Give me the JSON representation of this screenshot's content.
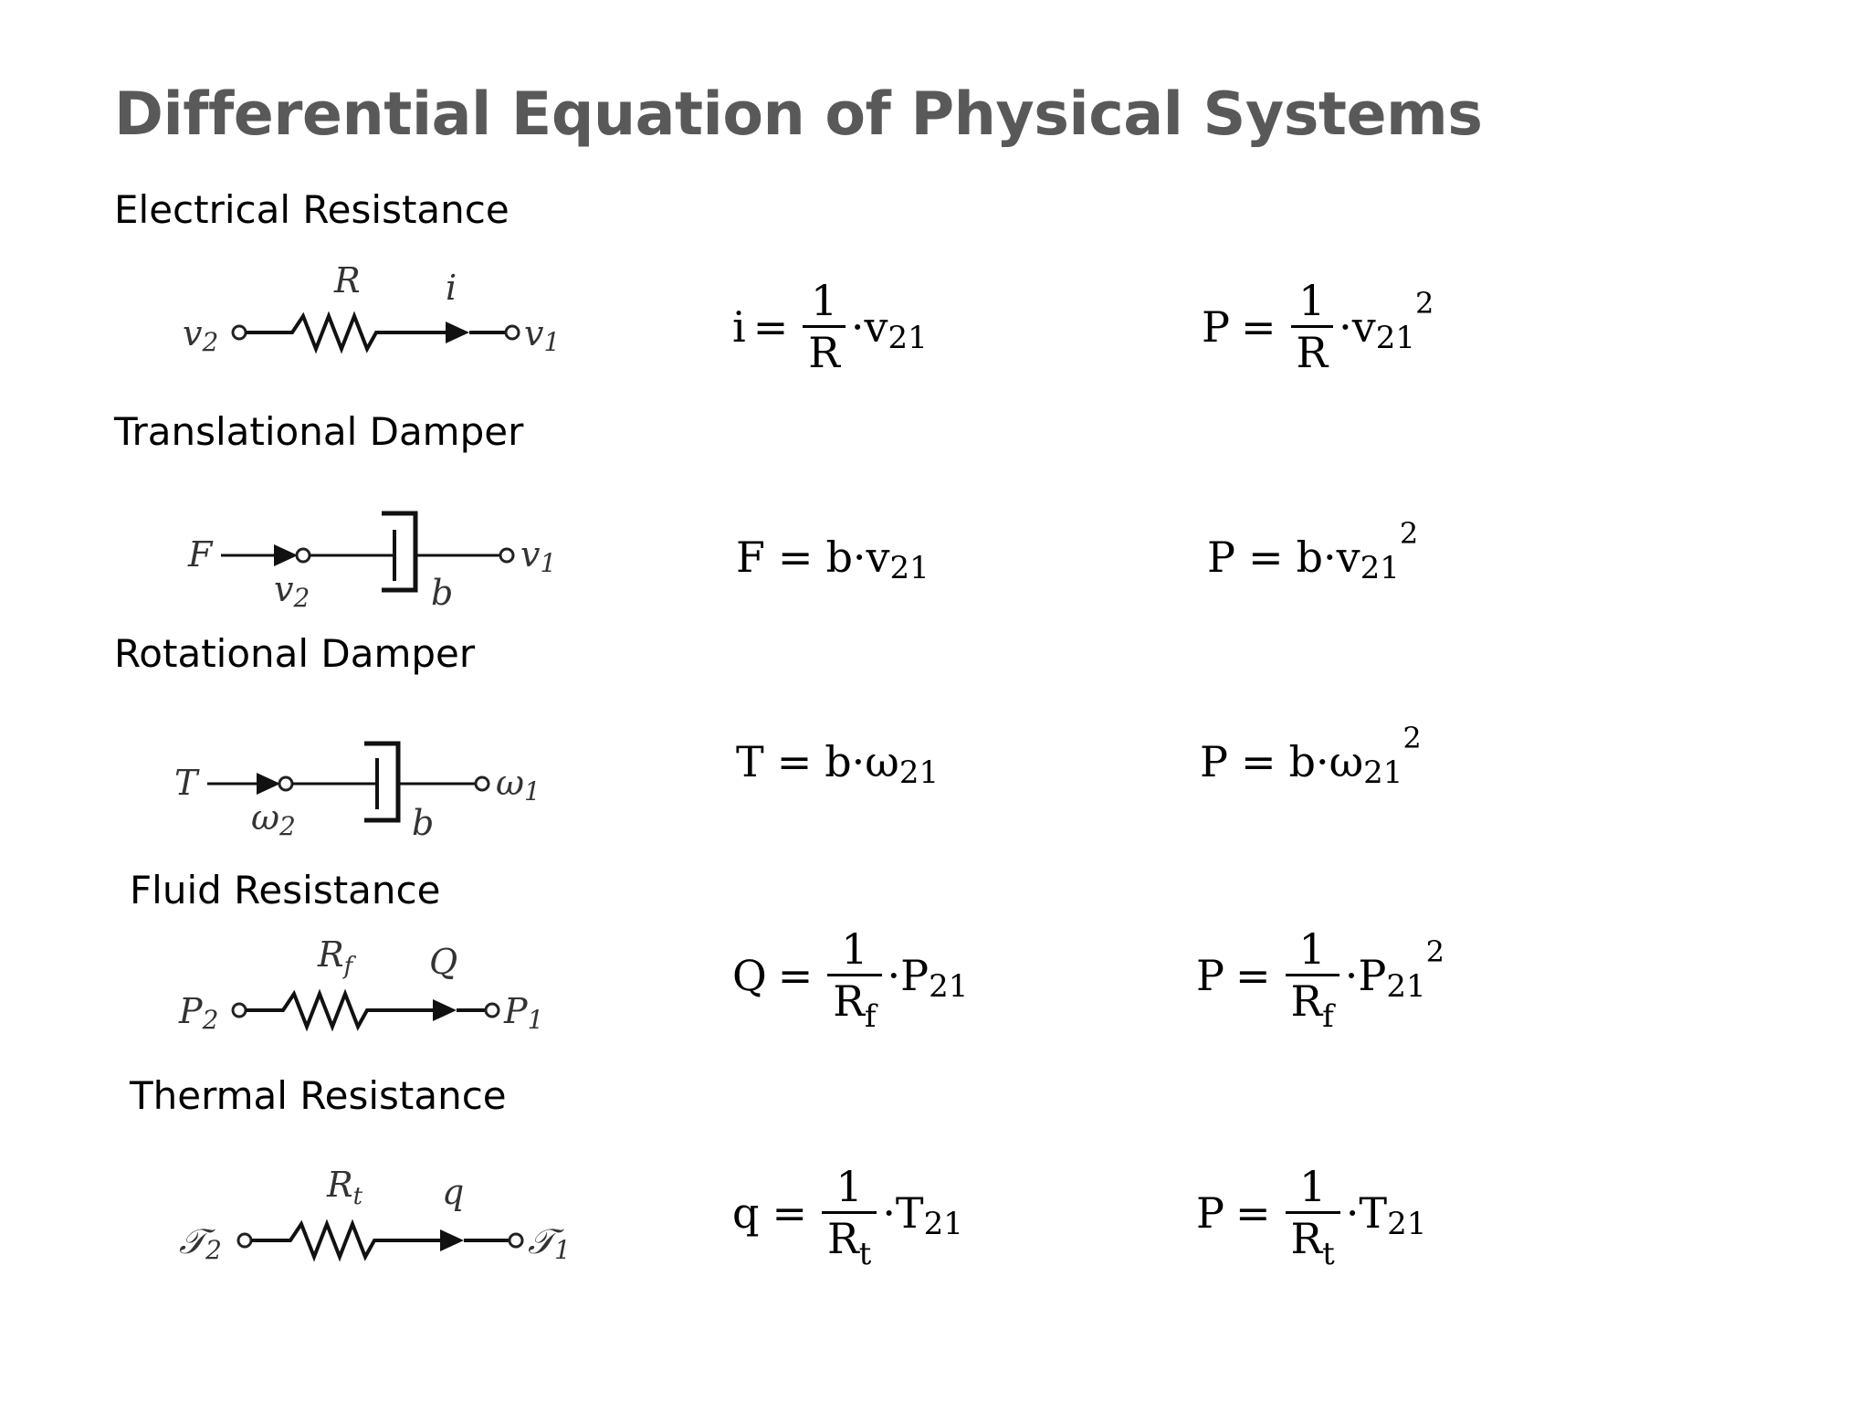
{
  "title": "Differential Equation of Physical Systems",
  "sections": [
    {
      "label": "Electrical Resistance",
      "diagram": {
        "left": "v",
        "left_sub": "2",
        "right": "v",
        "right_sub": "1",
        "element": "R",
        "flow": "i"
      },
      "eq1": {
        "lhs": "i",
        "eq": "=",
        "num": "1",
        "den": "R",
        "den_sub": "",
        "var": "·v",
        "var_sub": "21"
      },
      "eq2": {
        "lhs": "P",
        "eq": "=",
        "num": "1",
        "den": "R",
        "den_sub": "",
        "var": "·v",
        "var_sub": "21",
        "power": "2"
      }
    },
    {
      "label": "Translational Damper",
      "diagram": {
        "force": "F",
        "left": "v",
        "left_sub": "2",
        "right": "v",
        "right_sub": "1",
        "element": "b"
      },
      "eq1": {
        "lhs": "F",
        "eq": "=",
        "var": "b·v",
        "var_sub": "21"
      },
      "eq2": {
        "lhs": "P",
        "eq": "=",
        "var": "b·v",
        "var_sub": "21",
        "power": "2"
      }
    },
    {
      "label": "Rotational Damper",
      "diagram": {
        "force": "T",
        "left": "ω",
        "left_sub": "2",
        "right": "ω",
        "right_sub": "1",
        "element": "b"
      },
      "eq1": {
        "lhs": "T",
        "eq": "=",
        "var": "b·ω",
        "var_sub": "21"
      },
      "eq2": {
        "lhs": "P",
        "eq": "=",
        "var": "b·ω",
        "var_sub": "21",
        "power": "2"
      }
    },
    {
      "label": "Fluid Resistance",
      "diagram": {
        "left": "P",
        "left_sub": "2",
        "right": "P",
        "right_sub": "1",
        "element": "R",
        "element_sub": "f",
        "flow": "Q"
      },
      "eq1": {
        "lhs": "Q",
        "eq": "=",
        "num": "1",
        "den": "R",
        "den_sub": "f",
        "var": "·P",
        "var_sub": "21"
      },
      "eq2": {
        "lhs": "P",
        "eq": "=",
        "num": "1",
        "den": "R",
        "den_sub": "f",
        "var": "·P",
        "var_sub": "21",
        "power": "2"
      }
    },
    {
      "label": "Thermal Resistance",
      "diagram": {
        "left": "𝒯",
        "left_sub": "2",
        "right": "𝒯",
        "right_sub": "1",
        "element": "R",
        "element_sub": "t",
        "flow": "q"
      },
      "eq1": {
        "lhs": "q",
        "eq": "=",
        "num": "1",
        "den": "R",
        "den_sub": "t",
        "var": "·T",
        "var_sub": "21"
      },
      "eq2": {
        "lhs": "P",
        "eq": "=",
        "num": "1",
        "den": "R",
        "den_sub": "t",
        "var": "·T",
        "var_sub": "21"
      }
    }
  ]
}
